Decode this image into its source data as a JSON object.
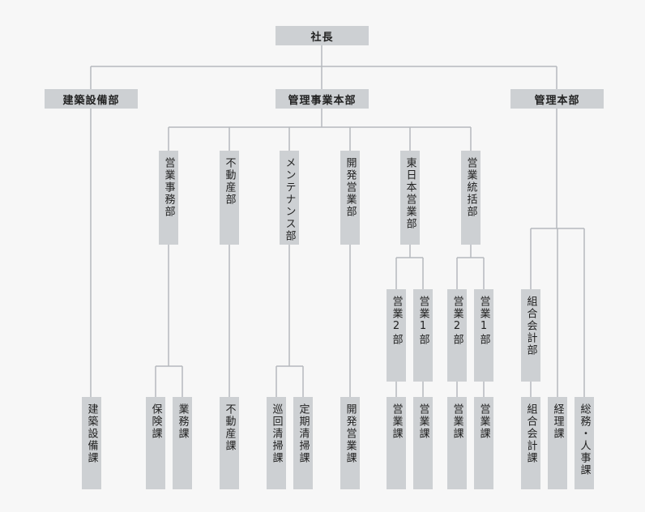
{
  "top": {
    "president": "社長"
  },
  "divisions": {
    "construction": "建築設備部",
    "management_business": "管理事業本部",
    "management": "管理本部"
  },
  "departments": {
    "sales_admin": "営業事務部",
    "real_estate": "不動産部",
    "maintenance": "メンテナンス部",
    "development_sales": "開発営業部",
    "east_japan_sales": "東日本営業部",
    "sales_control": "営業統括部"
  },
  "sub_departments": {
    "east_sales_2": "営業2部",
    "east_sales_1": "営業1部",
    "control_sales_2": "営業2部",
    "control_sales_1": "営業1部",
    "union_accounting": "組合会計部"
  },
  "sections": {
    "construction_equipment": "建築設備課",
    "insurance": "保険課",
    "operations": "業務課",
    "real_estate": "不動産課",
    "patrol_cleaning": "巡回清掃課",
    "regular_cleaning": "定期清掃課",
    "development_sales": "開発営業課",
    "east_sales_2": "営業課",
    "east_sales_1": "営業課",
    "control_sales_2": "営業課",
    "control_sales_1": "営業課",
    "union_accounting": "組合会計課",
    "accounting": "経理課",
    "general_hr": "総務・人事課"
  },
  "colors": {
    "background": "#f7f7f7",
    "box": "#cdd0d3",
    "line": "#b5b9bd",
    "text": "#222222"
  }
}
